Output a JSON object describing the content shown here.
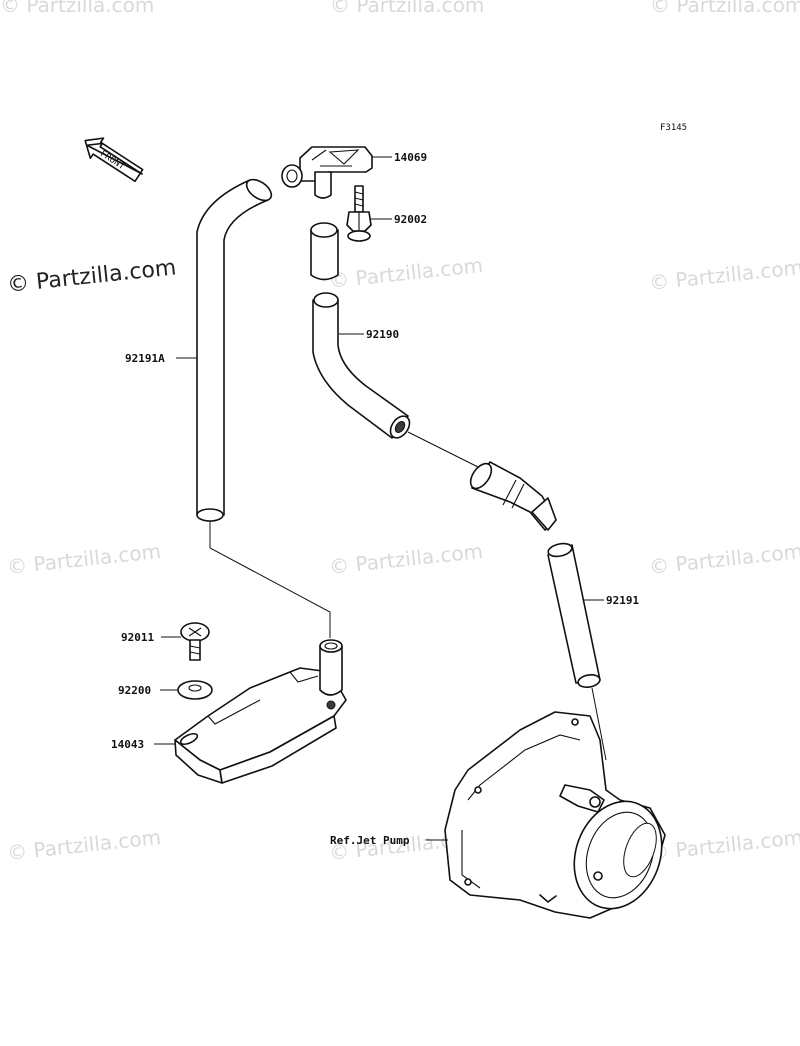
{
  "figure_code": "F3145",
  "front_label": "FRONT",
  "watermark": {
    "main": "© Partzilla.com",
    "faded": "© Partzilla.com"
  },
  "parts": [
    {
      "id": "p14069",
      "number": "14069"
    },
    {
      "id": "p92002",
      "number": "92002"
    },
    {
      "id": "p92190",
      "number": "92190"
    },
    {
      "id": "p92191A",
      "number": "92191A"
    },
    {
      "id": "p92191",
      "number": "92191"
    },
    {
      "id": "p92011",
      "number": "92011"
    },
    {
      "id": "p92200",
      "number": "92200"
    },
    {
      "id": "p14043",
      "number": "14043"
    },
    {
      "id": "pjet",
      "number": "Ref.Jet Pump"
    }
  ]
}
